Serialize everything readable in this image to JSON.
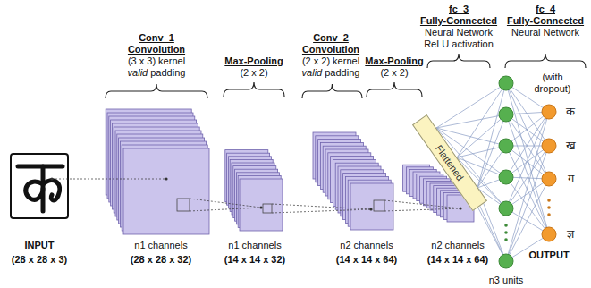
{
  "diagram": {
    "nodes": [
      {
        "text": [
          "Flattened"
        ]
      }
    ],
    "labels": [
      "Conv_1",
      "Convolution",
      "(3 x 3) kernel",
      "valid",
      "padding",
      "Max-Pooling",
      "(2 x 2)",
      "Conv_2",
      "Convolution",
      "(2 x 2) kernel",
      "valid",
      "padding",
      "Max-Pooling",
      "(2 x 2)",
      "fc_3",
      "Fully-Connected",
      "Neural Network",
      "ReLU activation",
      "fc_4",
      "Fully-Connected",
      "Neural Network",
      "(with dropout)",
      "क",
      "ख",
      "ग",
      "ज्ञ",
      "INPUT",
      "(28 x 28 x 3)",
      "n1 channels",
      "(28 x 28 x 32)",
      "n1 channels",
      "(14 x 14 x 32)",
      "n2 channels",
      "(14 x 14 x 64)",
      "n2 channels",
      "(14 x 14 x 64)",
      "n3 units",
      "OUTPUT"
    ]
  }
}
